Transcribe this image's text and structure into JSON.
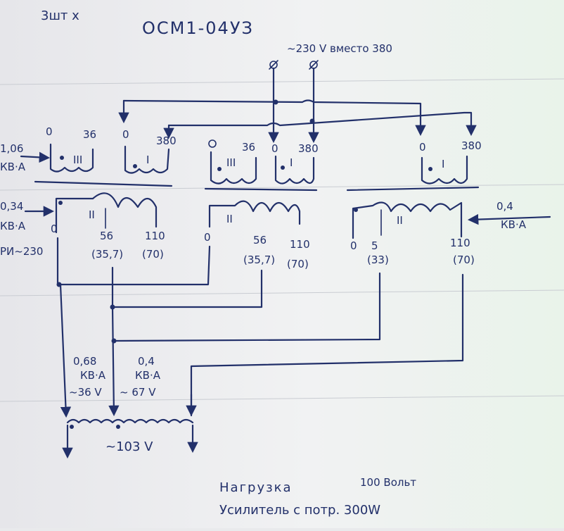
{
  "header": {
    "title_left": "3шт x",
    "model": "ОСМ1-04УЗ",
    "mains_note": "~230 V вместо 380"
  },
  "transformers": [
    {
      "primary": {
        "tap0": "0",
        "tap_a": "36",
        "tap_b": "0",
        "tap_c": "380",
        "winding_iii": "III",
        "winding_i": "I"
      },
      "power_in": {
        "value": "1,06",
        "unit": "КВ·А"
      },
      "secondary": {
        "winding": "II",
        "tap0": "0",
        "tap56": "56",
        "tap110": "110",
        "v56": "(35,7)",
        "v110": "(70)"
      },
      "secondary_power": {
        "value": "0,34",
        "unit": "КВ·А"
      },
      "side_note": "РИ~230"
    },
    {
      "primary": {
        "tap0": "0",
        "tap_a": "36",
        "tap_b": "0",
        "tap_c": "380",
        "winding_iii": "III",
        "winding_i": "I"
      },
      "secondary": {
        "winding": "II",
        "tap0": "0",
        "tap56": "56",
        "tap110": "110",
        "v56": "(35,7)",
        "v110": "(70)"
      }
    },
    {
      "primary": {
        "tap_b": "0",
        "tap_c": "380",
        "winding_i": "I"
      },
      "secondary": {
        "winding": "II",
        "tap0": "0",
        "tap5": "5",
        "tap110": "110",
        "v5": "(33)",
        "v110": "(70)"
      },
      "secondary_power": {
        "value": "0,4",
        "unit": "КВ·А"
      }
    }
  ],
  "output_transformer": {
    "left": {
      "power": "0,68",
      "unit": "КВ·А",
      "voltage": "~36 V"
    },
    "right": {
      "power": "0,4",
      "unit": "КВ·А",
      "voltage": "~ 67 V"
    },
    "total": "~103 V"
  },
  "footer": {
    "load_label": "Нагрузка",
    "load_value": "100 Вольт",
    "amp_label": "Усилитель с потр. 300W"
  }
}
